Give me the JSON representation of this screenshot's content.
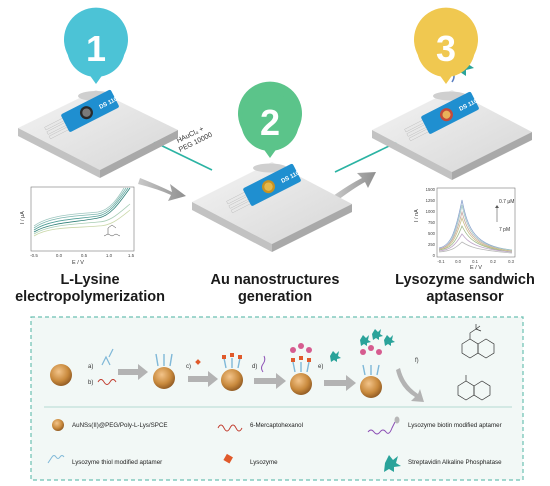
{
  "steps": [
    {
      "number": "1",
      "title_line1": "L-Lysine",
      "title_line2": "electropolymerization",
      "color": "#4cc3d6"
    },
    {
      "number": "2",
      "title_line1": "Au nanostructures",
      "title_line2": "generation",
      "color": "#5bc48a"
    },
    {
      "number": "3",
      "title_line1": "Lysozyme sandwich",
      "title_line2": "aptasensor",
      "color": "#f0c850"
    }
  ],
  "reagent": {
    "line1": "HAuCl₄ +",
    "line2": "PEG 10000"
  },
  "chip_label": "DS 110",
  "cv_plot": {
    "ylabel": "I / μA",
    "xlabel": "E / V",
    "xticks": [
      "-0.5",
      "0.0",
      "0.5",
      "1.0",
      "1.5"
    ]
  },
  "dpv_plot": {
    "ylabel": "I / nA",
    "xlabel": "E / V",
    "yticks": [
      "1500",
      "1250",
      "1000",
      "750",
      "500",
      "250",
      "0"
    ],
    "xticks": [
      "-0.1",
      "0.0",
      "0.1",
      "0.2",
      "0.3"
    ],
    "annot_top": "0.7 μM",
    "annot_bottom": "7 pM"
  },
  "scheme_steps": [
    "a)",
    "b)",
    "c)",
    "d)",
    "e)",
    "f)"
  ],
  "legend": [
    {
      "label": "AuNSs(II)@PEG/Poly-L-Lys/SPCE"
    },
    {
      "label": "6-Mercaptohexanol"
    },
    {
      "label": "Lysozyme biotin modified aptamer"
    },
    {
      "label": "Lysozyme thiol modified aptamer"
    },
    {
      "label": "Lysozyme"
    },
    {
      "label": "Streptavidin Alkaline Phosphatase"
    }
  ],
  "colors": {
    "teal": "#2bb3a3",
    "dashed_border": "#6cc0b2",
    "panel_bg": "#f2f8f6"
  }
}
